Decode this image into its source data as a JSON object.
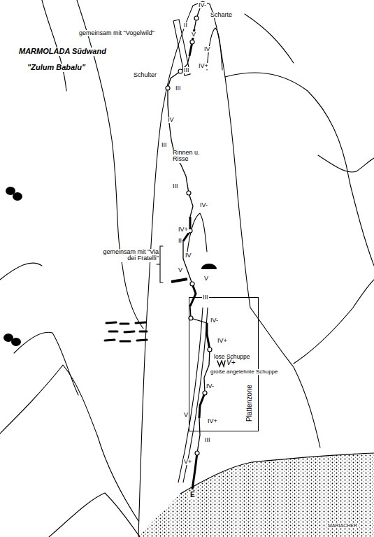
{
  "diagram": {
    "title": "MARMOLADA Südwand",
    "nodes": [
      {
        "text": [
          "Plattenzone"
        ]
      }
    ],
    "labels": [
      "\"Zulum Babalu\"",
      "gemeinsam mit \"Vogelwild\"",
      "IV-",
      "Scharte",
      "II",
      "V",
      "IV",
      "IV+",
      "III",
      "Schulter",
      "III",
      "IV",
      "III",
      "Rinnen u. Risse",
      "III",
      "IV-",
      "IV+",
      "II",
      "gemeinsam mit \"Via dei Fratelli\"",
      "IV",
      "V",
      "V",
      "III",
      "IV-",
      "IV+",
      "lose Schuppe",
      "V+",
      "große angelehnte Schuppe",
      "IV-",
      "V",
      "IV+",
      "III",
      "V+",
      "E",
      "MARIACHER"
    ]
  }
}
